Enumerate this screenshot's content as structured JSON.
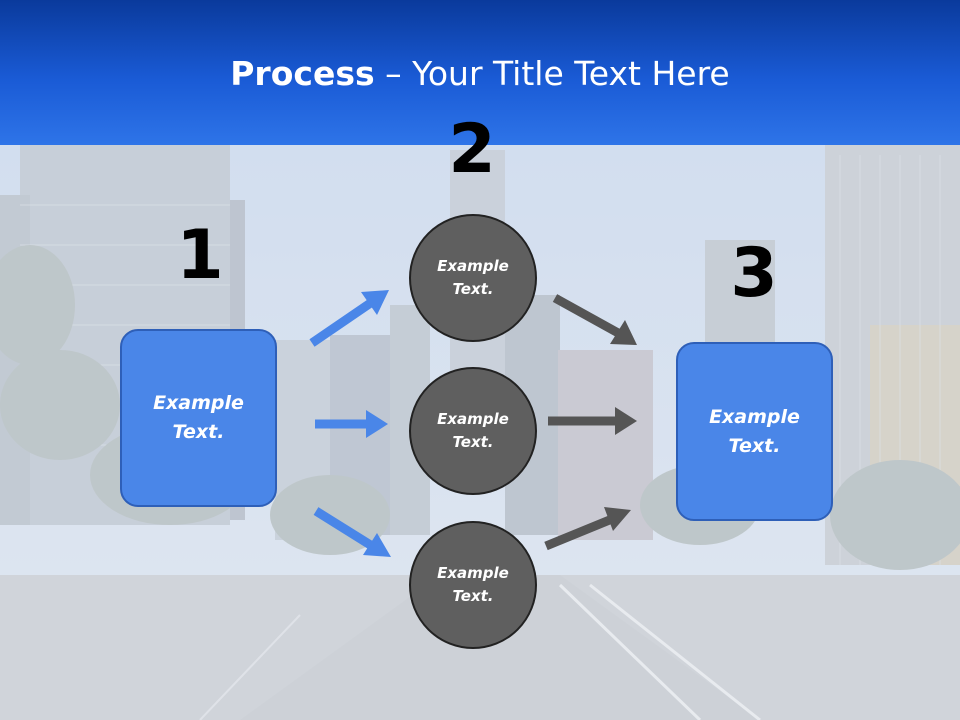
{
  "title": {
    "bold": "Process",
    "dash": " – ",
    "rest": "Your Title Text Here"
  },
  "steps": [
    {
      "number": "1",
      "text": "Example Text."
    },
    {
      "number": "2",
      "nodes": [
        "Example Text.",
        "Example Text.",
        "Example Text."
      ]
    },
    {
      "number": "3",
      "text": "Example Text."
    }
  ],
  "colors": {
    "header": "#1a5bd6",
    "box": "#4a86e8",
    "circle": "#5f5f5f",
    "blue_arrow": "#4a86e8",
    "gray_arrow": "#555555"
  }
}
